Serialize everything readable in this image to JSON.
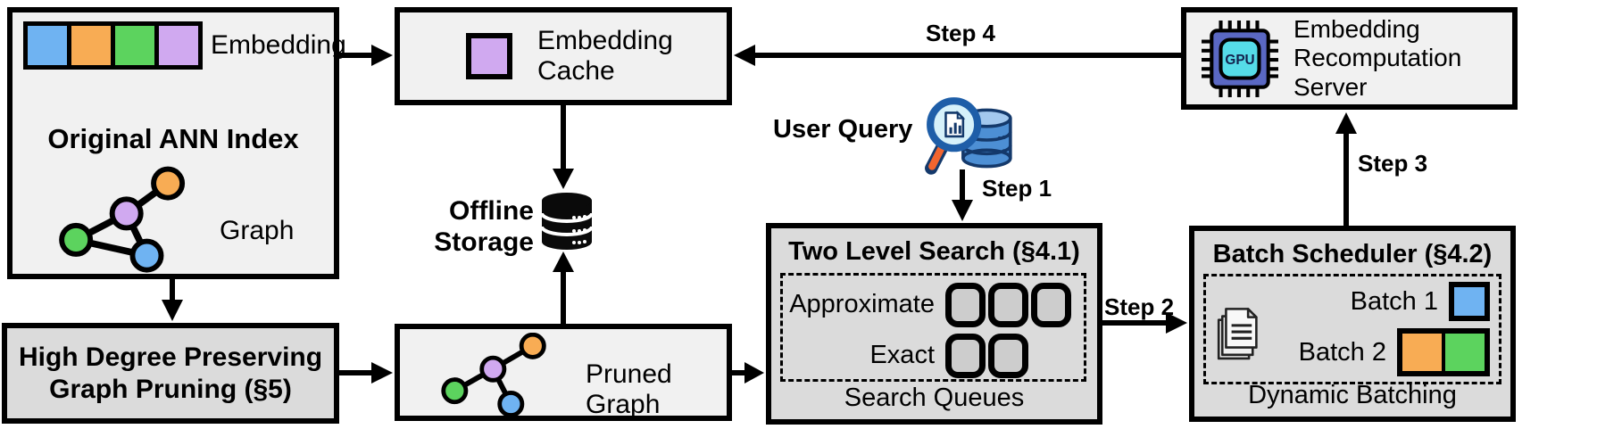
{
  "diagram": {
    "ann_index": {
      "title": "Original ANN Index",
      "embedding_label": "Embedding",
      "graph_label": "Graph",
      "embedding_cells": [
        "blue",
        "orange",
        "green",
        "purple"
      ]
    },
    "embedding_cache": {
      "label": "Embedding Cache",
      "cached_cell_color": "purple"
    },
    "offline_storage": {
      "label": "Offline Storage",
      "icon": "database-icon"
    },
    "recomputation_server": {
      "label": "Embedding Recomputation Server",
      "chip_text": "GPU",
      "icon": "gpu-chip-icon"
    },
    "user_query": {
      "label": "User Query",
      "icon": "magnifier-database-icon"
    },
    "two_level_search": {
      "title": "Two Level Search (§4.1)",
      "approximate_label": "Approximate",
      "approximate_slot_count": 3,
      "exact_label": "Exact",
      "exact_slot_count": 2,
      "footer": "Search Queues"
    },
    "batch_scheduler": {
      "title": "Batch Scheduler (§4.2)",
      "icon": "documents-icon",
      "batch1_label": "Batch 1",
      "batch1_colors": [
        "blue"
      ],
      "batch2_label": "Batch 2",
      "batch2_colors": [
        "orange",
        "green"
      ],
      "footer": "Dynamic Batching"
    },
    "graph_pruning": {
      "title": "High Degree Preserving Graph Pruning (§5)"
    },
    "pruned_graph": {
      "label": "Pruned Graph"
    },
    "steps": {
      "s1": "Step 1",
      "s2": "Step 2",
      "s3": "Step 3",
      "s4": "Step 4"
    },
    "colors": {
      "blue": "#6FB3F2",
      "orange": "#F8AC54",
      "green": "#5CD35E",
      "purple": "#D0A9F0",
      "box_light": "#F1F1F1",
      "box_dark": "#DBDBDB",
      "gpu_chip_body": "#5A68C3",
      "gpu_chip_inner": "#55DCE8",
      "query_db_blue": "#4D8FD4",
      "query_handle_orange": "#F2652F"
    }
  }
}
